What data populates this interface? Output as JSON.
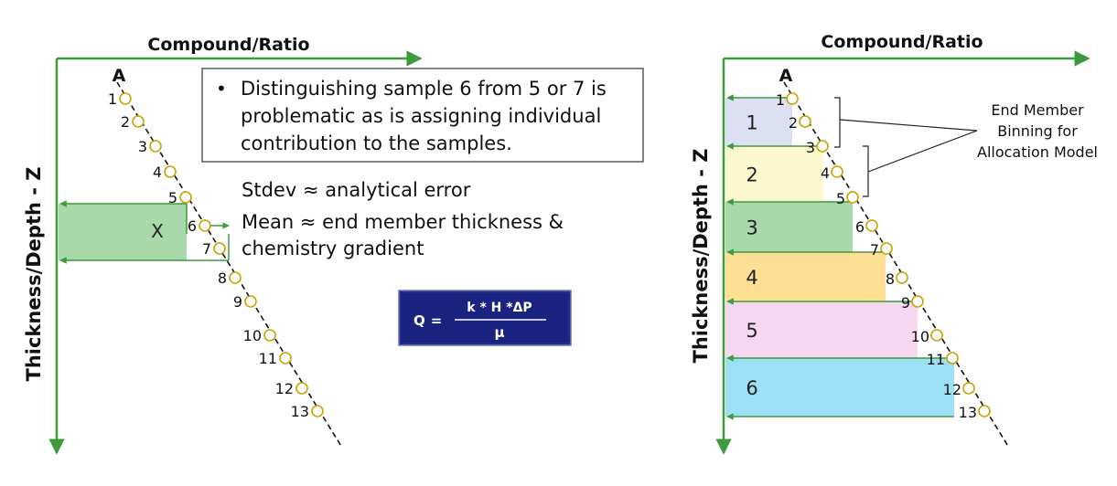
{
  "left": {
    "x_axis_label": "Compound/Ratio",
    "y_axis_label": "Thickness/Depth - Z",
    "series_label": "A",
    "sample_labels": [
      "1",
      "2",
      "3",
      "4",
      "5",
      "6",
      "7",
      "8",
      "9",
      "10",
      "11",
      "12",
      "13"
    ],
    "bin_label": "X",
    "callout_bullet": "•",
    "callout_lines": [
      "Distinguishing sample 6 from 5 or 7 is",
      "problematic as is assigning individual",
      "contribution to the samples."
    ],
    "stdev_text": "Stdev ≈ analytical error",
    "mean_text_lines": [
      "Mean ≈ end member thickness &",
      "chemistry gradient"
    ],
    "equation": {
      "lhs": "Q",
      "eq": "=",
      "numerator": "k * H  *ΔP",
      "denominator": "μ"
    }
  },
  "right": {
    "x_axis_label": "Compound/Ratio",
    "y_axis_label": "Thickness/Depth - Z",
    "series_label": "A",
    "sample_labels": [
      "1",
      "2",
      "3",
      "4",
      "5",
      "6",
      "7",
      "8",
      "9",
      "10",
      "11",
      "12",
      "13"
    ],
    "bin_labels": [
      "1",
      "2",
      "3",
      "4",
      "5",
      "6"
    ],
    "bin_colors": [
      "#dce0f2",
      "#fbf8cd",
      "#a9d8ab",
      "#fde093",
      "#f7d7ef",
      "#9ddff5"
    ],
    "note_lines": [
      "End Member",
      "Binning for",
      "Allocation Model"
    ]
  },
  "colors": {
    "axis": "#3d9a3d",
    "circle": "#c8a400",
    "bin_x": "#a9d8ab",
    "equation_bg": "#1a2380"
  }
}
